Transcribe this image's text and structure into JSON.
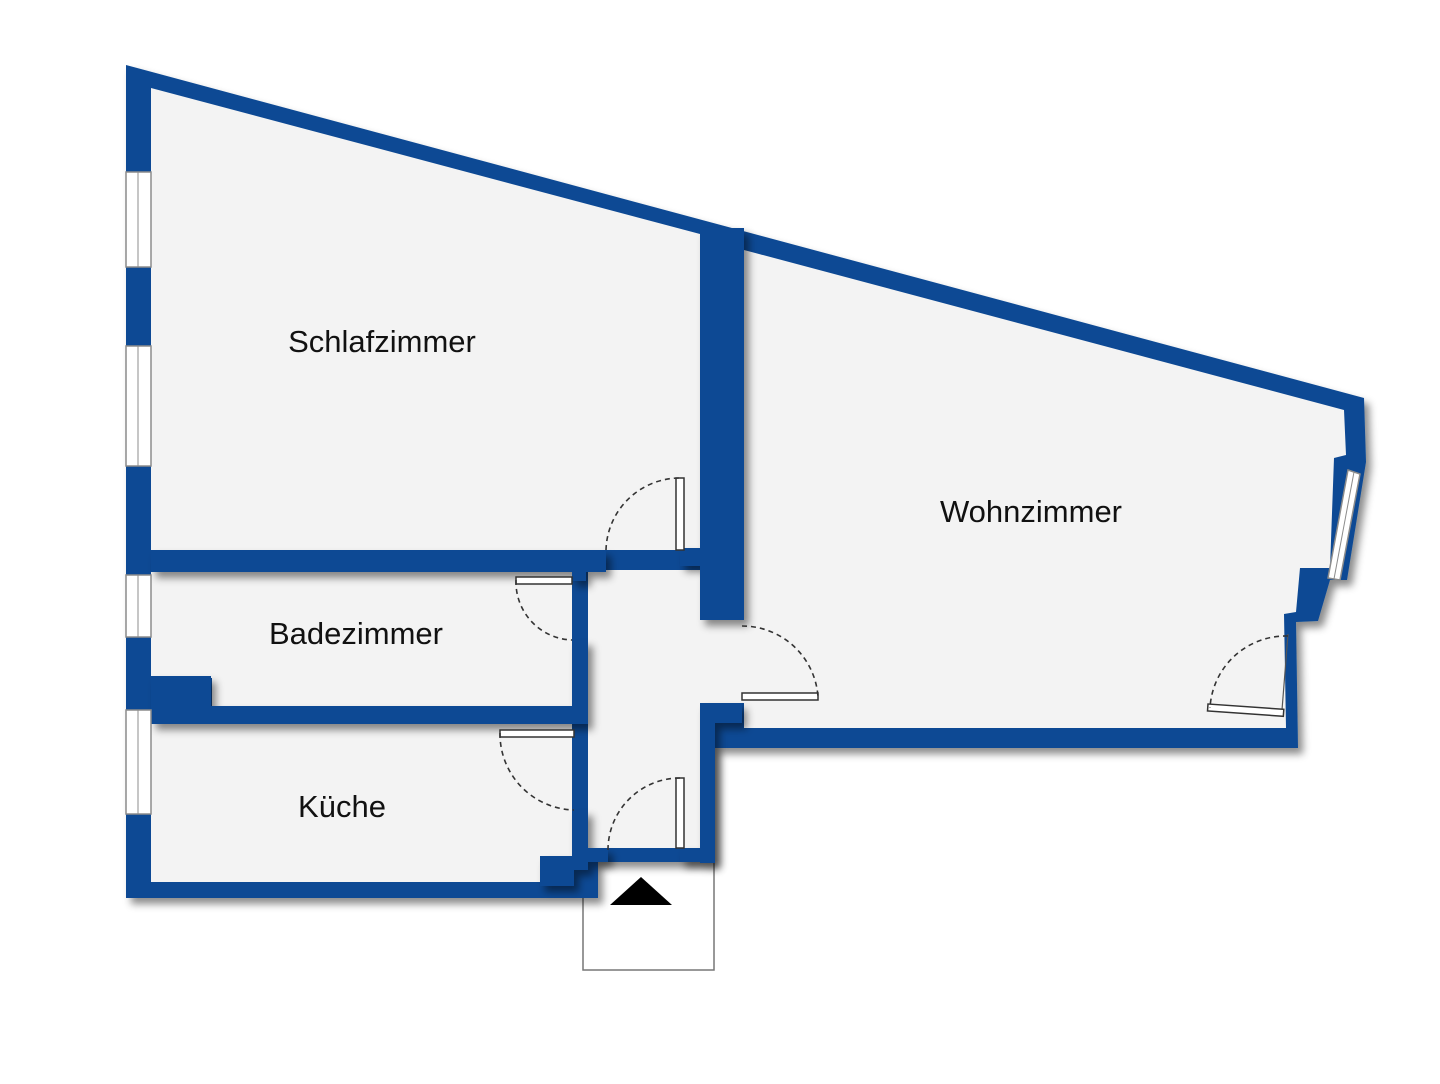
{
  "rooms": {
    "schlafzimmer": "Schlafzimmer",
    "wohnzimmer": "Wohnzimmer",
    "badezimmer": "Badezimmer",
    "kueche": "Küche"
  },
  "colors": {
    "wall": "#0b4a94",
    "floor": "#f3f3f3",
    "entrance_arrow": "#000000"
  }
}
